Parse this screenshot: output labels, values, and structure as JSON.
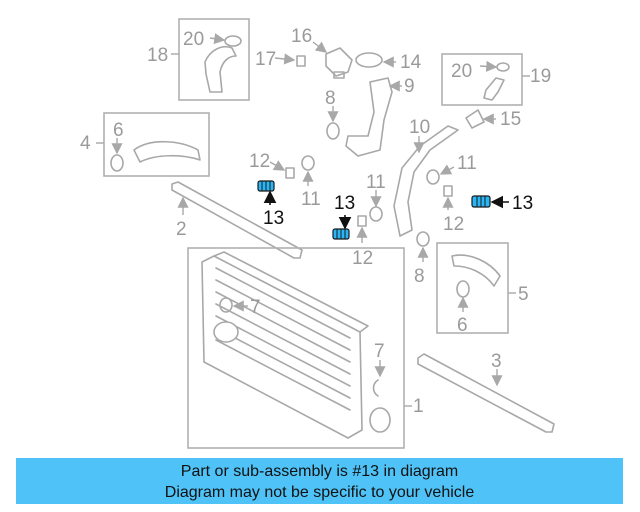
{
  "colors": {
    "accent": "#4fc3f7",
    "highlight_bolt": "#29b6f6",
    "part_gray": "#a8a8a8",
    "label_gray": "#9a9a9a"
  },
  "labels": {
    "c1": "1",
    "c2": "2",
    "c3": "3",
    "c4": "4",
    "c5": "5",
    "c6a": "6",
    "c6b": "6",
    "c7a": "7",
    "c7b": "7",
    "c8a": "8",
    "c8b": "8",
    "c9": "9",
    "c10": "10",
    "c11a": "11",
    "c11b": "11",
    "c11c": "11",
    "c12a": "12",
    "c12b": "12",
    "c12c": "12",
    "c13a": "13",
    "c13b": "13",
    "c13c": "13",
    "c14": "14",
    "c15": "15",
    "c16": "16",
    "c17": "17",
    "c18": "18",
    "c19": "19",
    "c20a": "20",
    "c20b": "20"
  },
  "banner": {
    "line1": "Part or sub-assembly is #13 in diagram",
    "line2": "Diagram may not be specific to your vehicle"
  }
}
